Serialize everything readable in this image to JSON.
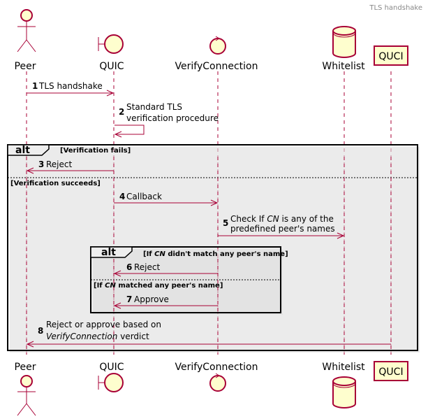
{
  "title": "TLS handshake",
  "participants": {
    "peer": "Peer",
    "quic": "QUIC",
    "verify": "VerifyConnection",
    "whitelist": "Whitelist",
    "quci": "QUCI"
  },
  "messages": {
    "m1": {
      "num": "1",
      "text": "TLS handshake"
    },
    "m2": {
      "num": "2",
      "line1": "Standard TLS",
      "line2": "verification procedure"
    },
    "m3": {
      "num": "3",
      "text": "Reject"
    },
    "m4": {
      "num": "4",
      "text": "Callback"
    },
    "m5": {
      "num": "5",
      "line1_pre": "Check If ",
      "line1_em": "CN",
      "line1_post": " is any of the",
      "line2": "predefined peer's names"
    },
    "m6": {
      "num": "6",
      "text": "Reject"
    },
    "m7": {
      "num": "7",
      "text": "Approve"
    },
    "m8": {
      "num": "8",
      "line1": "Reject or approve based on",
      "line2_em": "VerifyConnection",
      "line2_post": " verdict"
    }
  },
  "groups": {
    "outer": {
      "label": "alt",
      "cond1": "[Verification fails]",
      "cond2": "[Verification succeeds]"
    },
    "inner": {
      "label": "alt",
      "cond1_pre": "[If ",
      "cond1_em": "CN",
      "cond1_post": " didn't match any peer's name]",
      "cond2_pre": "[If ",
      "cond2_em": "CN",
      "cond2_post": " matched any peer's name]"
    }
  },
  "colors": {
    "line": "#a80036",
    "fill": "#fefece",
    "title": "#888888"
  }
}
